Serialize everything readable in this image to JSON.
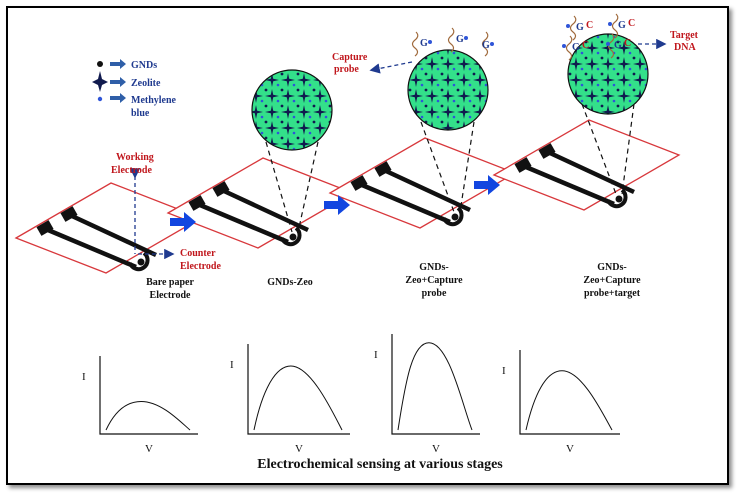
{
  "legend": {
    "items": [
      {
        "icon": "dot-icon",
        "label": "GNDs"
      },
      {
        "icon": "star-icon",
        "label": "Zeolite"
      },
      {
        "icon": "small-dot-icon",
        "label": "Methylene"
      }
    ],
    "methylene_line2": "blue"
  },
  "annotations": {
    "working_line1": "Working",
    "working_line2": "Electrode",
    "counter_line1": "Counter",
    "counter_line2": "Electrode",
    "capture_line1": "Capture",
    "capture_line2": "probe",
    "target_line1": "Target",
    "target_line2": "DNA",
    "probe_letter": "G",
    "target_letter": "C"
  },
  "stages": [
    {
      "line1": "Bare paper",
      "line2": "Electrode",
      "line3": ""
    },
    {
      "line1": "GNDs-Zeo",
      "line2": "",
      "line3": ""
    },
    {
      "line1": "GNDs-",
      "line2": "Zeo+Capture",
      "line3": "probe"
    },
    {
      "line1": "GNDs-",
      "line2": "Zeo+Capture",
      "line3": "probe+target"
    }
  ],
  "plots": [
    {
      "ylabel": "I",
      "xlabel": "V",
      "peak_current": 0.42
    },
    {
      "ylabel": "I",
      "xlabel": "V",
      "peak_current": 0.8
    },
    {
      "ylabel": "I",
      "xlabel": "V",
      "peak_current": 0.97
    },
    {
      "ylabel": "I",
      "xlabel": "V",
      "peak_current": 0.8
    }
  ],
  "caption": "Electrochemical sensing at various stages",
  "colors": {
    "red_label": "#c0161c",
    "blue_label": "#1f3a8f",
    "arrow_blue": "#1246e0",
    "circle_green": "#33e08a",
    "electrode_border": "#d8383c"
  }
}
